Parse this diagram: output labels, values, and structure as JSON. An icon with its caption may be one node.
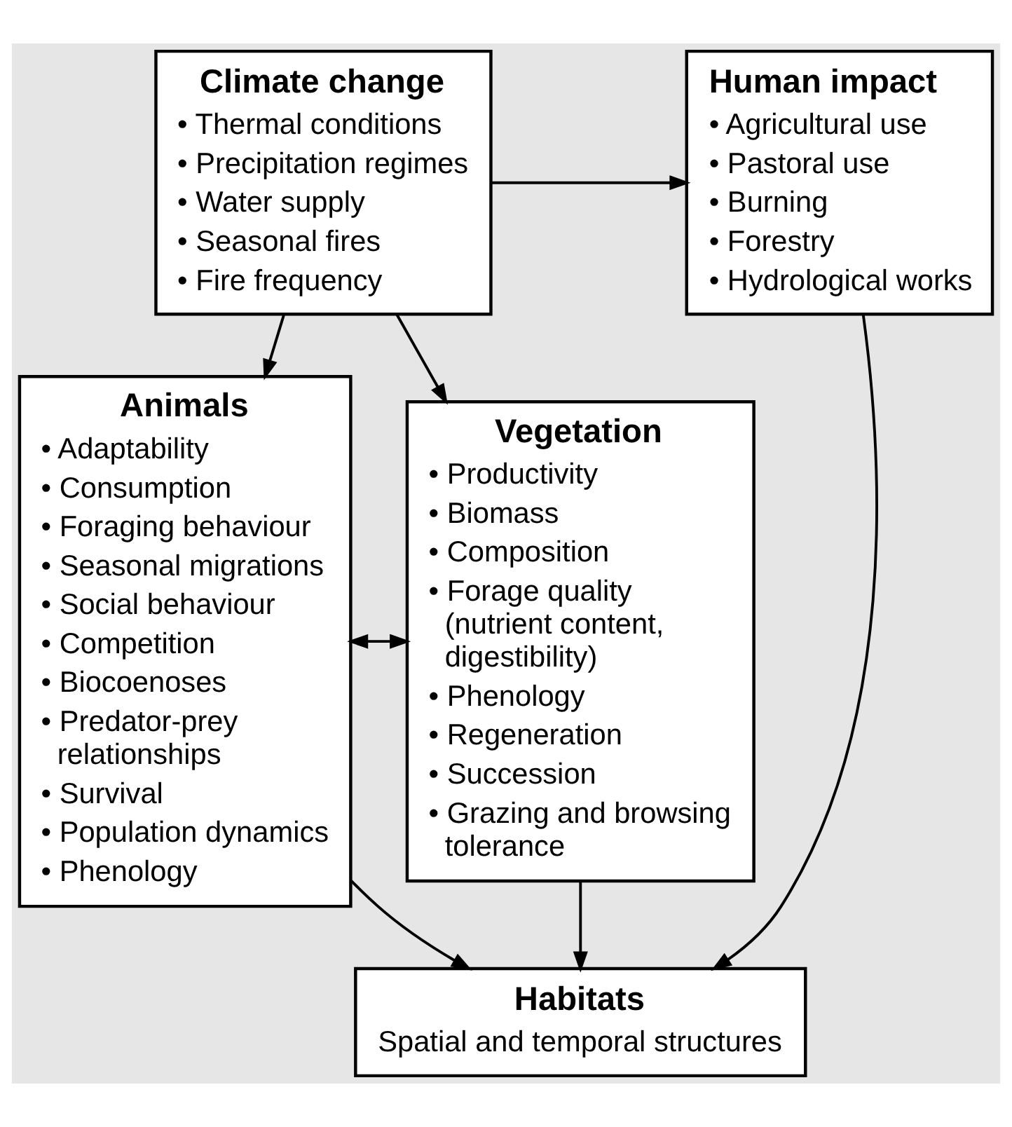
{
  "diagram": {
    "nodes": [
      {
        "text": [
          "Climate change",
          "• Thermal conditions",
          "• Precipitation regimes",
          "• Water supply",
          "• Seasonal fires",
          "• Fire frequency"
        ]
      },
      {
        "text": [
          "Human impact",
          "• Agricultural use",
          "• Pastoral use",
          "• Burning",
          "• Forestry",
          "• Hydrological works"
        ]
      },
      {
        "text": [
          "Animals",
          "• Adaptability",
          "• Consumption",
          "• Foraging behaviour",
          "• Seasonal migrations",
          "• Social behaviour",
          "• Competition",
          "• Biocoenoses",
          "• Predator-prey relationships",
          "• Survival",
          "• Population dynamics",
          "• Phenology"
        ]
      },
      {
        "text": [
          "Vegetation",
          "• Productivity",
          "• Biomass",
          "• Composition",
          "• Forage quality (nutrient content, digestibility)",
          "• Phenology",
          "• Regeneration",
          "• Succession",
          "• Grazing and browsing tolerance"
        ]
      },
      {
        "text": [
          "Habitats",
          "Spatial and temporal structures"
        ]
      }
    ],
    "edges": [
      {
        "from": 0,
        "to": 1,
        "arrow": "to"
      },
      {
        "from": 0,
        "to": 2,
        "arrow": "to"
      },
      {
        "from": 0,
        "to": 3,
        "arrow": "to"
      },
      {
        "from": 2,
        "to": 3,
        "arrow": "both"
      },
      {
        "from": 2,
        "to": 4,
        "arrow": "to"
      },
      {
        "from": 3,
        "to": 4,
        "arrow": "to"
      },
      {
        "from": 1,
        "to": 4,
        "arrow": "to"
      }
    ]
  }
}
